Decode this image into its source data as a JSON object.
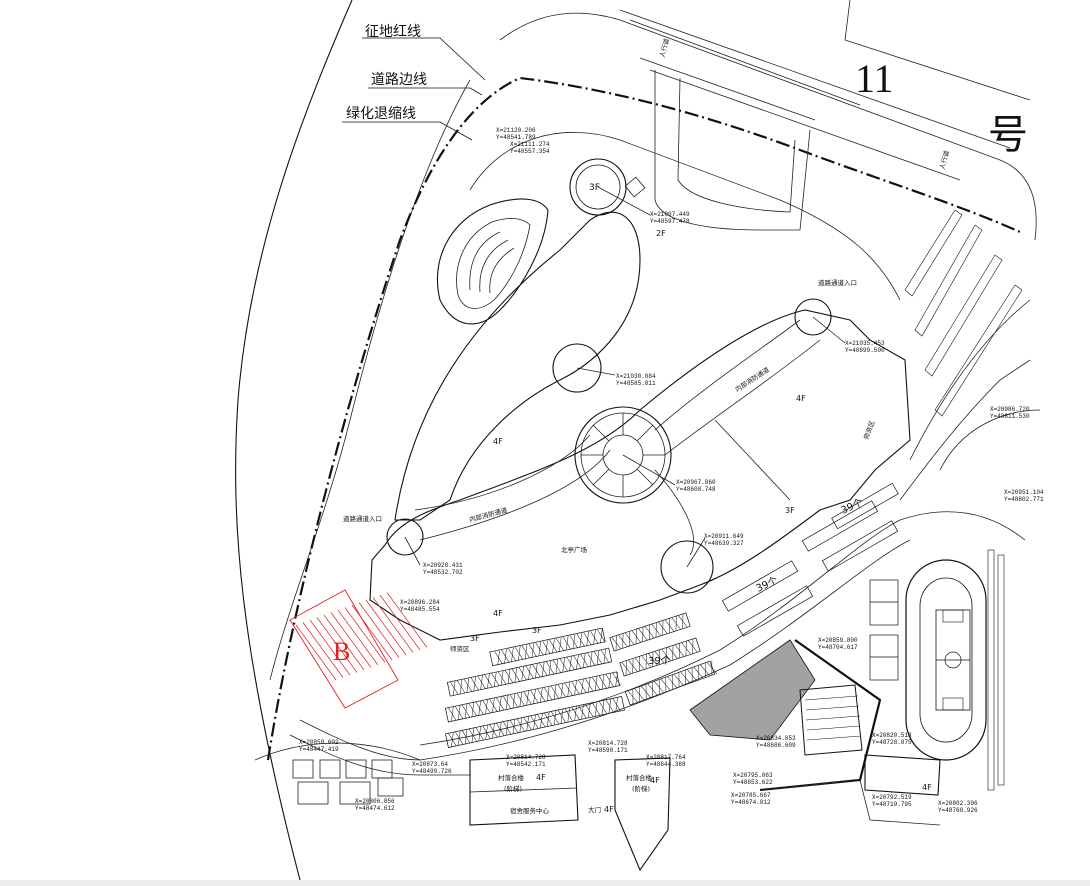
{
  "legend": {
    "red_line": "征地红线",
    "road_edge": "道路边线",
    "green_setback": "绿化退缩线"
  },
  "building_no": {
    "number": "11",
    "suffix": "号"
  },
  "zone_b": "B",
  "floors": {
    "f3_top": "3F",
    "f2_top": "2F",
    "f4_left": "4F",
    "f4_right": "4F",
    "f4_bottom": "4F",
    "f3_b1": "3F",
    "f3_b2": "3F",
    "f3_right": "3F",
    "f4_lower1": "4F",
    "f4_lower2": "4F",
    "f4_lower3": "4F",
    "f4_lower4": "4F"
  },
  "labels": {
    "fire_lane_top": "内部消防通道",
    "fire_lane_left": "内部消防通道",
    "north_square": "北亭广场",
    "entrance_right": "道路通道入口",
    "entrance_left": "道路通道入口",
    "teacher_area_left": "师资区",
    "teacher_area_right": "师资区",
    "parking_39a": "39个",
    "parking_39b": "39个",
    "parking_39c": "39个",
    "village_a": "村落合楼",
    "village_a_sub": "(阶梯)",
    "village_b": "村落合楼",
    "village_b_sub": "(阶梯)",
    "campus_service": "宿舍服务中心",
    "gate_label": "大门",
    "sidewalk_a": "人行道",
    "sidewalk_b": "人行道"
  },
  "coords": {
    "c1": "X=21120.206",
    "c1y": "Y=48541.789",
    "c2": "X=21111.274",
    "c2y": "Y=48557.354",
    "c3": "X=21097.449",
    "c3y": "Y=48597.478",
    "c4": "X=21035.453",
    "c4y": "Y=48699.500",
    "c5": "X=21030.084",
    "c5y": "Y=48585.811",
    "c6": "X=20967.860",
    "c6y": "Y=48608.748",
    "c7": "X=20928.431",
    "c7y": "Y=48532.702",
    "c8": "X=20911.649",
    "c8y": "Y=48639.327",
    "c9": "X=20896.284",
    "c9y": "Y=48485.554",
    "c10": "X=20859.800",
    "c10y": "Y=48704.617",
    "c11": "X=20986.720",
    "c11y": "Y=48811.530",
    "c12": "X=20951.104",
    "c12y": "Y=48802.771",
    "c13": "X=20834.853",
    "c13y": "Y=48686.609",
    "c14": "X=20820.518",
    "c14y": "Y=48728.875",
    "c15": "X=20859.602",
    "c15y": "Y=48447.419",
    "c16": "X=20814.728",
    "c16y": "Y=48542.171",
    "c17": "X=20814.728",
    "c17y": "Y=48590.171",
    "c18": "X=20817.764",
    "c18y": "Y=48644.388",
    "c19": "X=20795.063",
    "c19y": "Y=48653.622",
    "c20": "X=20785.667",
    "c20y": "Y=48674.812",
    "c21": "X=20792.519",
    "c21y": "Y=48719.795",
    "c22": "X=20802.396",
    "c22y": "Y=48760.926",
    "c23": "X=20806.856",
    "c23y": "Y=48474.612",
    "c24": "X=20873.64",
    "c24y": "Y=48499.726"
  },
  "colors": {
    "line": "#111111",
    "red_boundary": "#e02020",
    "background": "#ffffff"
  }
}
